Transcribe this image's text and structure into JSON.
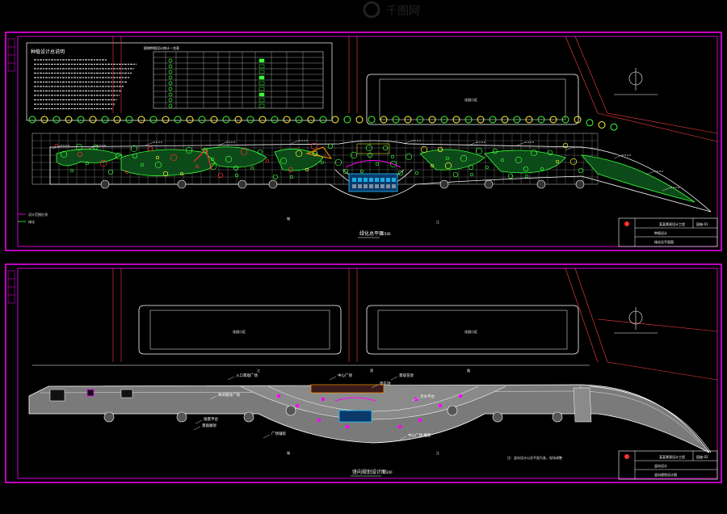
{
  "drawing_1": {
    "notes_title": "种植设计总说明",
    "table_title": "植物种植设计统计一览表",
    "block_north": "花园小区",
    "river": "江",
    "river_left": "城",
    "title": "绿化总平面",
    "scale": "1:500",
    "legend_line1": "设计范围红线",
    "legend_line2": "绿化",
    "titleblock": {
      "line1": "某某景观设计工程",
      "line2": "种植设计",
      "line3": "绿化总平面图",
      "number": "园施-01"
    }
  },
  "drawing_2": {
    "block_left": "花园小区",
    "block_right": "花园小区",
    "road_label_1": "江",
    "road_label_2": "滨",
    "road_label_3": "路",
    "river_left": "城",
    "river_right": "江",
    "title": "竖向规划设计图",
    "scale": "1:300",
    "note": "注：竖向设计以总平面为准，现场调整",
    "callouts": {
      "c1": "入口景观广场",
      "c2": "休闲健身广场",
      "c3": "中心广场",
      "c4": "广场铺装",
      "c5": "亲水平台",
      "c6": "景观花架",
      "c7": "观景平台",
      "c8": "景观廊架",
      "c9": "中心广场 雕塑",
      "c10": "停车场"
    },
    "titleblock": {
      "line1": "某某景观设计工程",
      "line2": "竖向设计",
      "line3": "竖向规划设计图",
      "number": "园施-02"
    }
  },
  "watermark": "千图网",
  "colors": {
    "frame": "#ff00ff",
    "line": "#ffffff",
    "grid": "#9a9a9a",
    "plant": "#39ff39",
    "yellow": "#ffff33",
    "red": "#ff3030",
    "cyan": "#20c8ff",
    "orange": "#ff9900",
    "plaza": "#c8c8c8",
    "magenta": "#ff00ff"
  }
}
